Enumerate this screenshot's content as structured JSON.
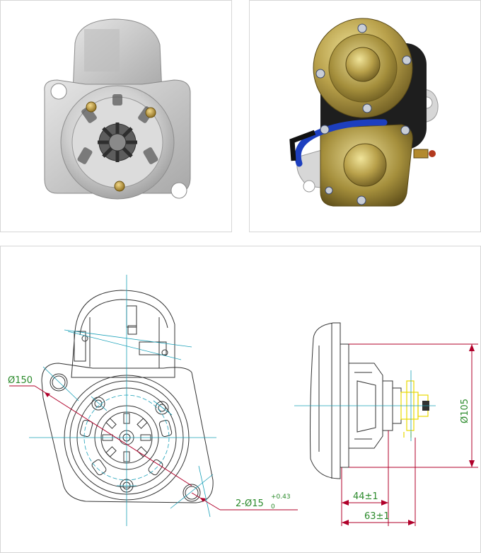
{
  "drawing": {
    "front_view": {
      "flange_hole_callout": "Ø150",
      "mount_hole_callout": "2-Ø15",
      "mount_hole_tol_upper": "+0.43",
      "mount_hole_tol_lower": "0"
    },
    "side_view": {
      "body_diameter_callout": "Ø105",
      "dim_inner": "44±1",
      "dim_outer": "63±1"
    }
  },
  "colors": {
    "outline": "#333333",
    "centerline": "#1aa0b8",
    "dimension": "#b0002a",
    "dimension_text": "#2b8a2b",
    "terminal": "#e8d800",
    "panel_border": "#d6d6d6"
  },
  "images": [
    {
      "name": "starter-motor-front-photo"
    },
    {
      "name": "starter-motor-rear-photo"
    }
  ]
}
